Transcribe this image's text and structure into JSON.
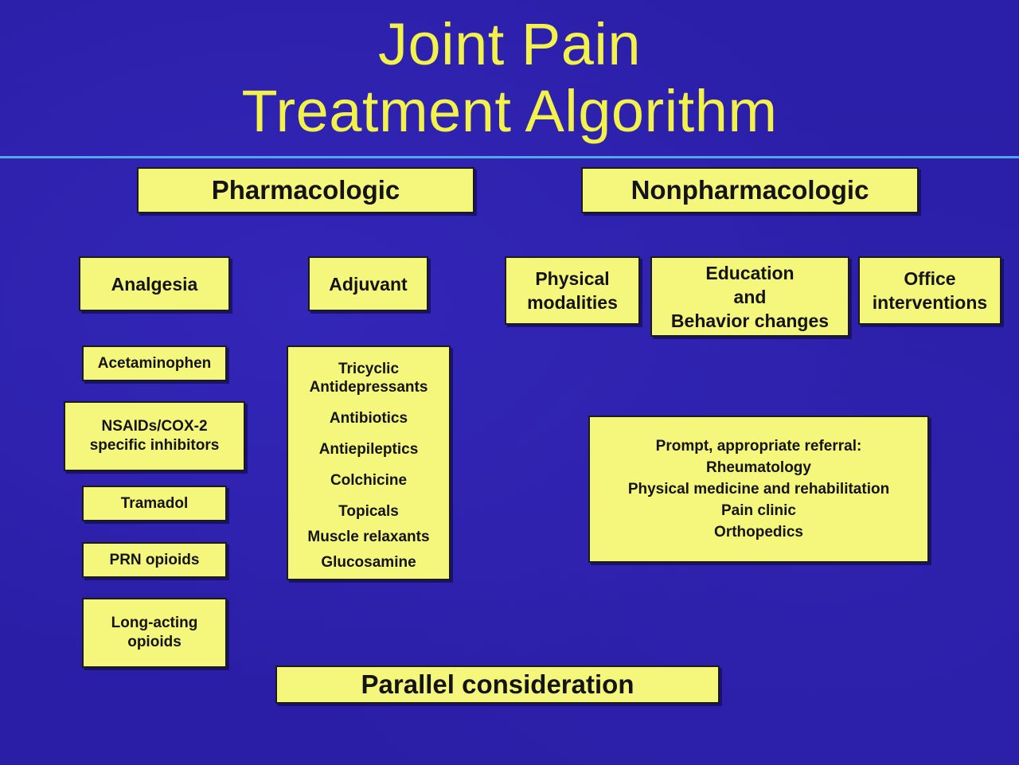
{
  "title": {
    "line1": "Joint Pain",
    "line2": "Treatment Algorithm"
  },
  "pharmacologic": {
    "header": "Pharmacologic",
    "analgesia": {
      "label": "Analgesia",
      "items": [
        [
          "Acetaminophen"
        ],
        [
          "NSAIDs/COX-2",
          "specific inhibitors"
        ],
        [
          "Tramadol"
        ],
        [
          "PRN opioids"
        ],
        [
          "Long-acting",
          "opioids"
        ]
      ]
    },
    "adjuvant": {
      "label": "Adjuvant",
      "items": [
        "Tricyclic",
        "Antidepressants",
        "Antibiotics",
        "Antiepileptics",
        "Colchicine",
        "Topicals",
        "Muscle relaxants",
        "Glucosamine"
      ]
    }
  },
  "nonpharmacologic": {
    "header": "Nonpharmacologic",
    "physical": [
      "Physical",
      "modalities"
    ],
    "education": [
      "Education",
      "and",
      "Behavior changes"
    ],
    "office": [
      "Office",
      "interventions"
    ],
    "referral": [
      "Prompt, appropriate referral:",
      "Rheumatology",
      "Physical medicine and rehabilitation",
      "Pain clinic",
      "Orthopedics"
    ]
  },
  "footer": "Parallel consideration"
}
